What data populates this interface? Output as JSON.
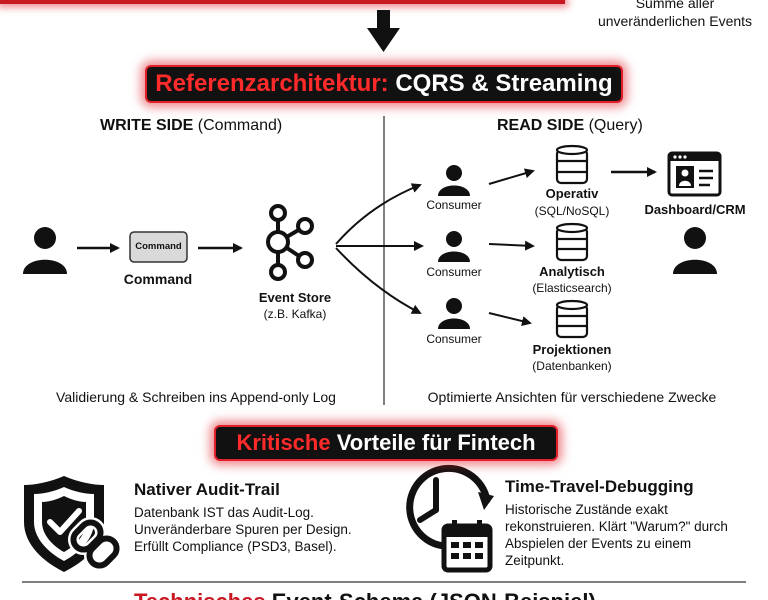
{
  "top": {
    "arrow": "down-arrow",
    "note_line1": "Summe aller",
    "note_line2": "unveränderlichen Events"
  },
  "banner1": {
    "accent": "Referenzarchitektur:",
    "rest": "CQRS & Streaming"
  },
  "write_side": {
    "title_bold": "WRITE SIDE",
    "title_rest": "(Command)",
    "command_box": "Command",
    "command_label": "Command",
    "event_store": "Event Store",
    "event_store_sub": "(z.B. Kafka)",
    "caption": "Validierung & Schreiben ins Append-only Log"
  },
  "read_side": {
    "title_bold": "READ SIDE",
    "title_rest": "(Query)",
    "consumers": [
      "Consumer",
      "Consumer",
      "Consumer"
    ],
    "stores": [
      {
        "title": "Operativ",
        "sub": "(SQL/NoSQL)"
      },
      {
        "title": "Analytisch",
        "sub": "(Elasticsearch)"
      },
      {
        "title": "Projektionen",
        "sub": "(Datenbanken)"
      }
    ],
    "dashboard": "Dashboard/CRM",
    "caption": "Optimierte Ansichten für verschiedene Zwecke"
  },
  "banner2": {
    "accent": "Kritische",
    "rest": "Vorteile für Fintech"
  },
  "benefits": [
    {
      "title": "Nativer Audit-Trail",
      "lines": [
        "Datenbank IST das Audit-Log.",
        "Unveränderbare Spuren per Design.",
        "Erfüllt Compliance (PSD3, Basel)."
      ]
    },
    {
      "title": "Time-Travel-Debugging",
      "lines": [
        "Historische Zustände exakt",
        "rekonstruieren. Klärt \"Warum?\" durch",
        "Abspielen der Events zu einem",
        "Zeitpunkt."
      ]
    }
  ],
  "bottom_banner": {
    "accent": "Technisches",
    "rest": "Event-Schema (JSON-Beispiel)"
  },
  "colors": {
    "accent": "#e0202a",
    "ink": "#111111"
  }
}
